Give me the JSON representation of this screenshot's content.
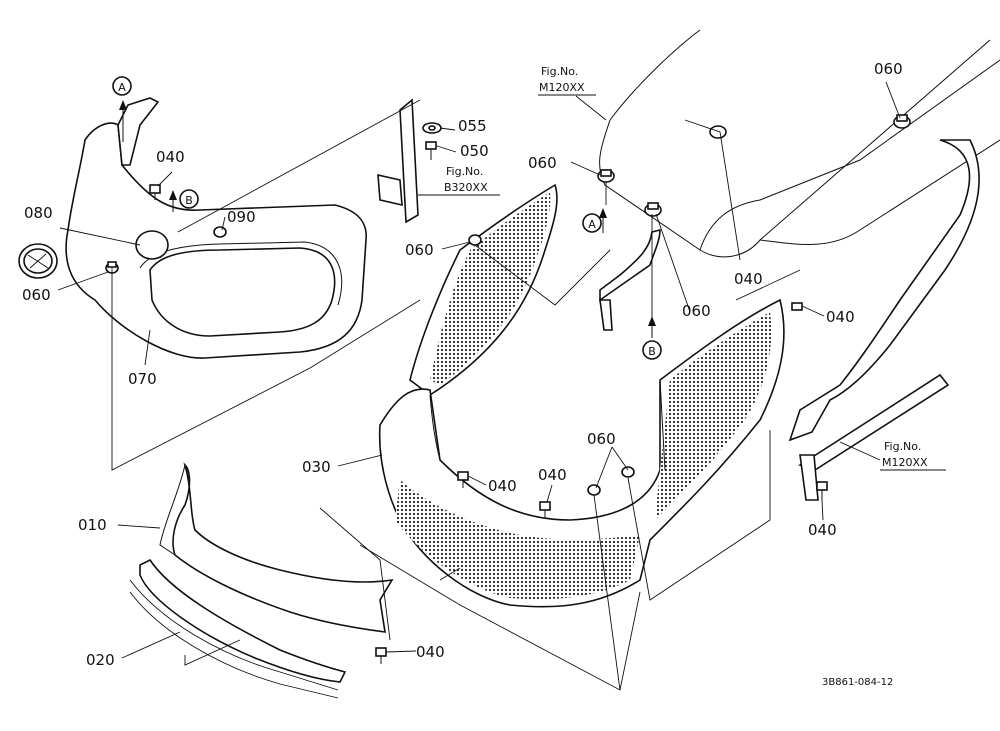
{
  "figure": {
    "footer_code": "3B861-084-12"
  },
  "callouts": {
    "c010": "010",
    "c020": "020",
    "c030": "030",
    "c040a": "040",
    "c040b": "040",
    "c040c": "040",
    "c040d": "040",
    "c040e": "040",
    "c040f": "040",
    "c040g": "040",
    "c050": "050",
    "c055": "055",
    "c060a": "060",
    "c060b": "060",
    "c060c": "060",
    "c060d": "060",
    "c060e": "060",
    "c060f": "060",
    "c070": "070",
    "c080": "080",
    "c090": "090"
  },
  "markers": {
    "a1": "A",
    "b1": "B",
    "a2": "A",
    "b2": "B"
  },
  "references": {
    "fig_label_1": "Fig.No.",
    "fig_num_1": "M120XX",
    "fig_label_2": "Fig.No.",
    "fig_num_2": "B320XX",
    "fig_label_3": "Fig.No.",
    "fig_num_3": "M120XX"
  }
}
